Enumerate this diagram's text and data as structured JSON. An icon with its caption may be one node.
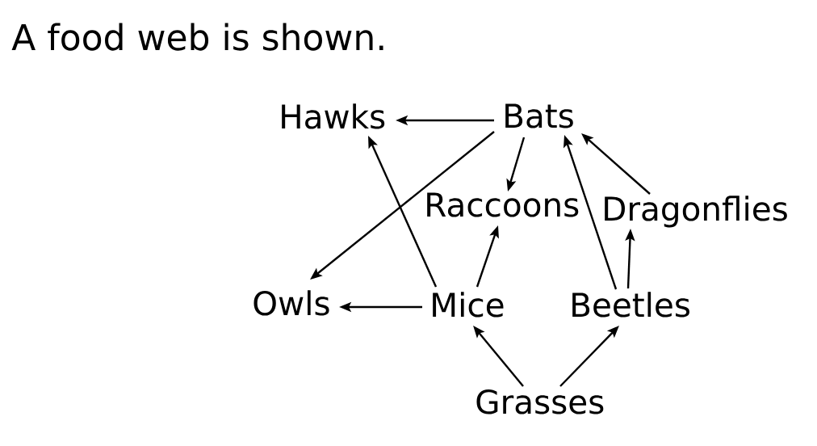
{
  "diagram": {
    "title": "A food web is shown.",
    "nodes": [
      {
        "text": [
          "Hawks"
        ]
      },
      {
        "text": [
          "Bats"
        ]
      },
      {
        "text": [
          "Raccoons"
        ]
      },
      {
        "text": [
          "Dragonflies"
        ]
      },
      {
        "text": [
          "Owls"
        ]
      },
      {
        "text": [
          "Mice"
        ]
      },
      {
        "text": [
          "Beetles"
        ]
      },
      {
        "text": [
          "Grasses"
        ]
      }
    ],
    "edges": [
      {
        "from": 1,
        "to": 0,
        "arrow": "to"
      },
      {
        "from": 1,
        "to": 2,
        "arrow": "to"
      },
      {
        "from": 1,
        "to": 4,
        "arrow": "to"
      },
      {
        "from": 5,
        "to": 0,
        "arrow": "to"
      },
      {
        "from": 5,
        "to": 2,
        "arrow": "to"
      },
      {
        "from": 5,
        "to": 4,
        "arrow": "to"
      },
      {
        "from": 6,
        "to": 1,
        "arrow": "to"
      },
      {
        "from": 6,
        "to": 3,
        "arrow": "to"
      },
      {
        "from": 3,
        "to": 1,
        "arrow": "to"
      },
      {
        "from": 7,
        "to": 5,
        "arrow": "to"
      },
      {
        "from": 7,
        "to": 6,
        "arrow": "to"
      }
    ]
  }
}
